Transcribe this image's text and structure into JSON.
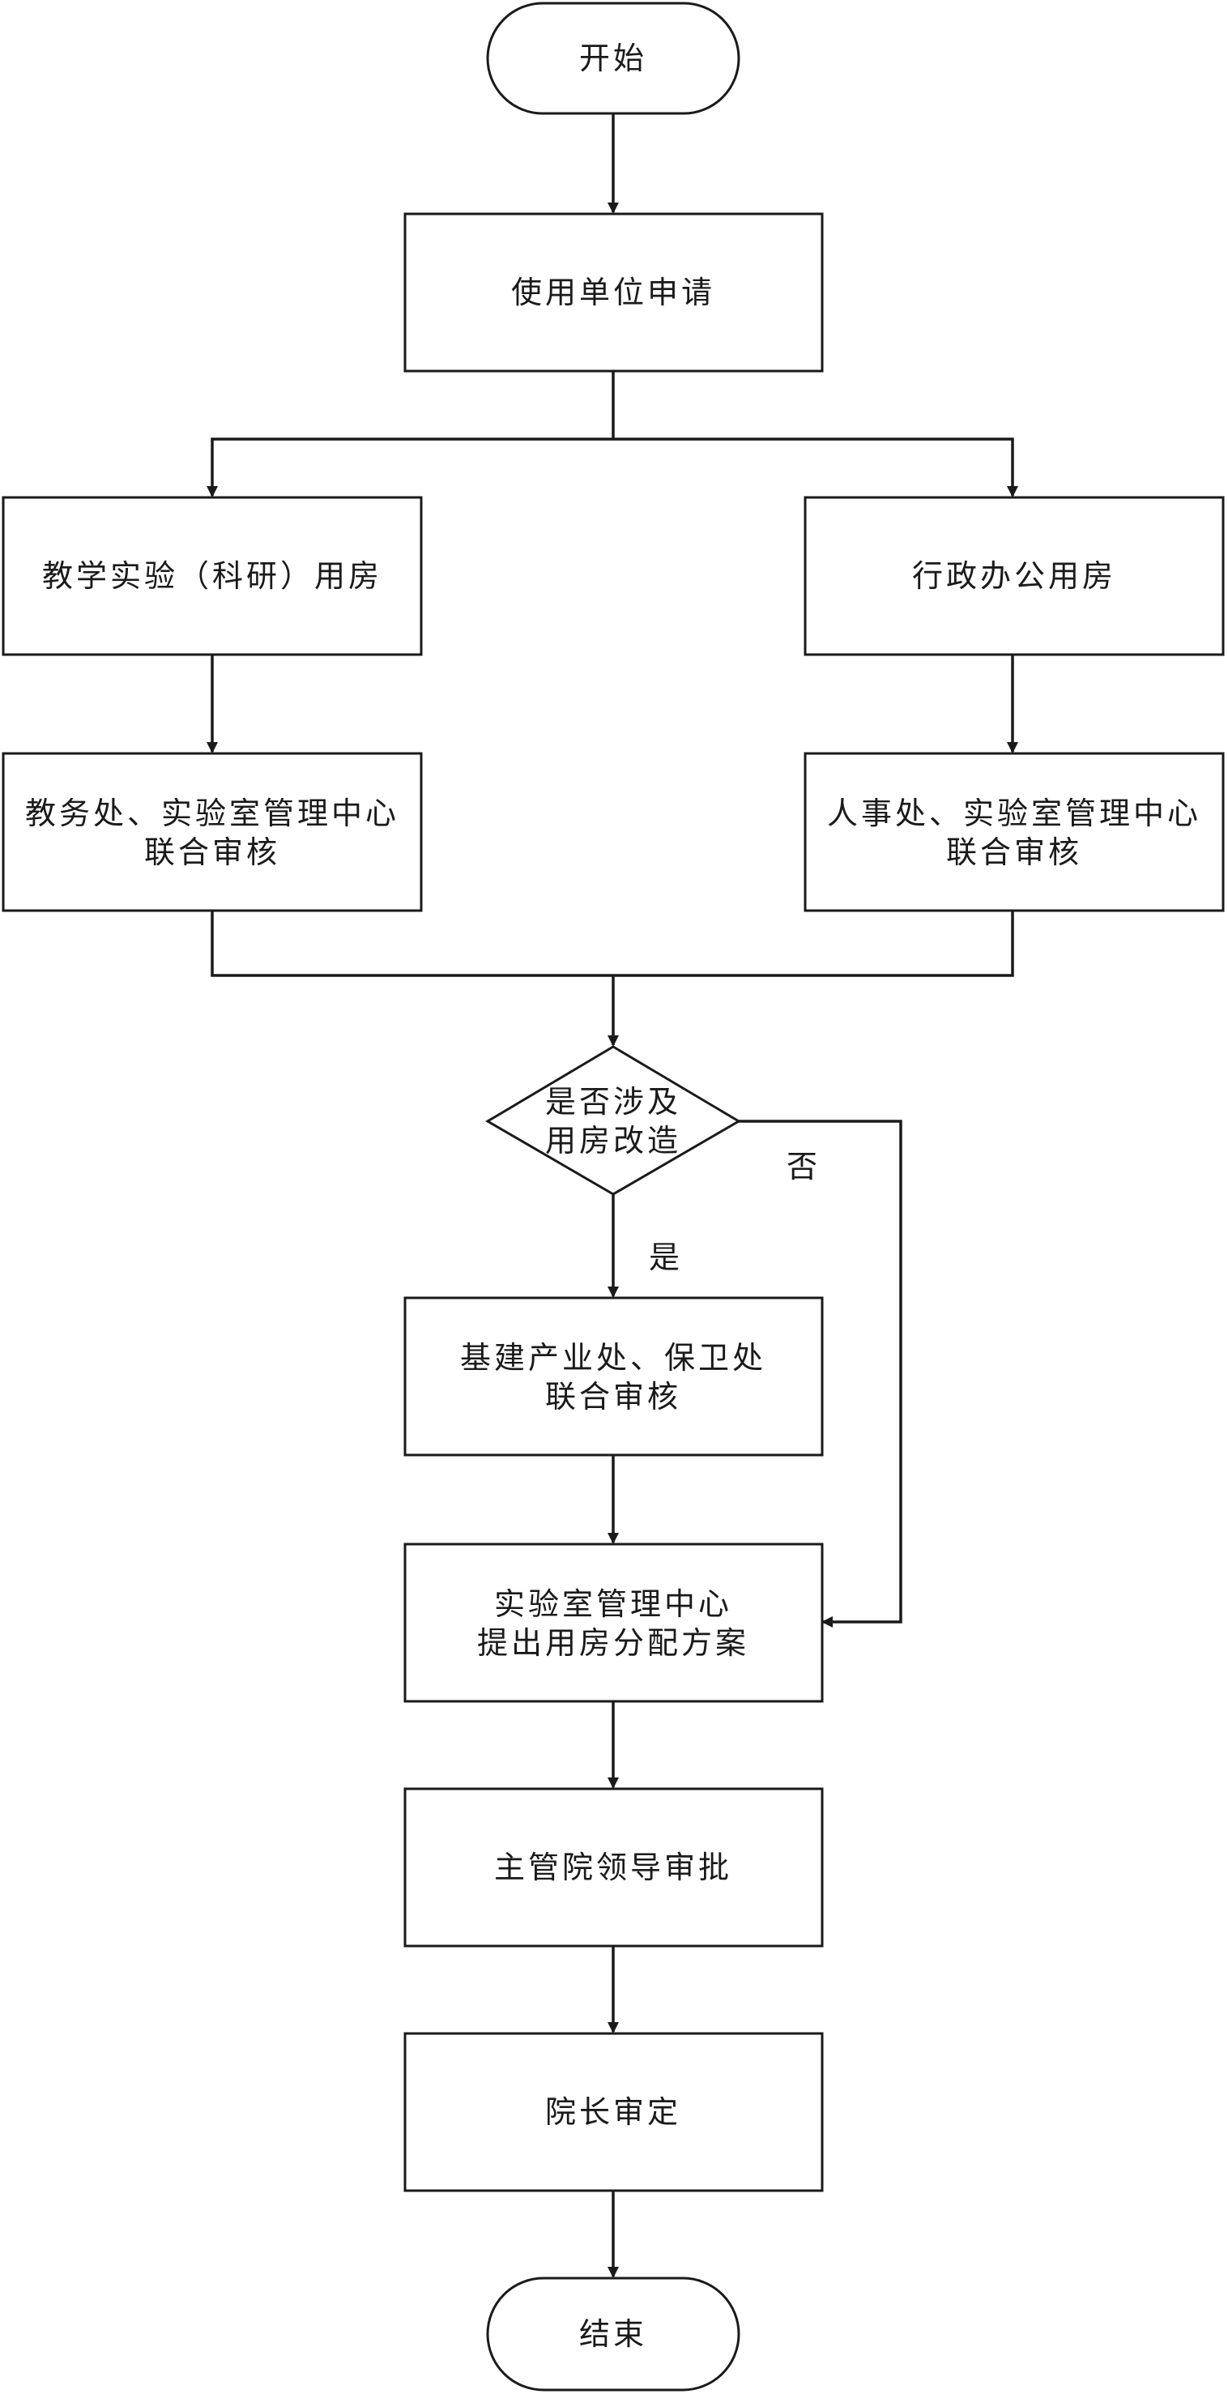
{
  "nodes": {
    "start": "开始",
    "apply": "使用单位申请",
    "teaching_room": "教学实验（科研）用房",
    "admin_room": "行政办公用房",
    "teaching_review": [
      "教务处、实验室管理中心",
      "联合审核"
    ],
    "admin_review": [
      "人事处、实验室管理中心",
      "联合审核"
    ],
    "decision": [
      "是否涉及",
      "用房改造"
    ],
    "construction_review": [
      "基建产业处、保卫处",
      "联合审核"
    ],
    "allocation_plan": [
      "实验室管理中心",
      "提出用房分配方案"
    ],
    "leader_approval": "主管院领导审批",
    "president_decision": "院长审定",
    "end": "结束"
  },
  "edges": {
    "yes_label": "是",
    "no_label": "否"
  },
  "colors": {
    "stroke": "#1a1a1a",
    "fill": "#ffffff",
    "text": "#1a1a1a"
  }
}
